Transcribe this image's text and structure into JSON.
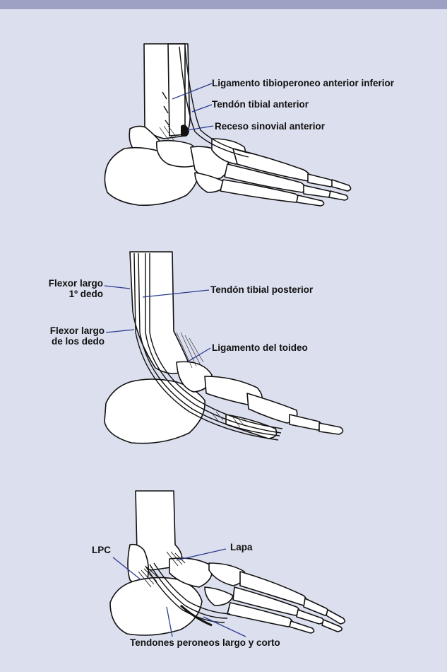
{
  "colors": {
    "background": "#dcdfee",
    "topbar": "#9da2c4",
    "leader": "#2c3a8f",
    "bone_fill": "#ffffff",
    "ink": "#111111"
  },
  "panels": [
    {
      "view": "anterolateral",
      "labels": {
        "l1": "Ligamento tibioperoneo anterior inferior",
        "l2": "Tendón tibial anterior",
        "l3": "Receso sinovial anterior"
      }
    },
    {
      "view": "medial",
      "labels": {
        "l1": "Flexor largo",
        "l1b": "1º dedo",
        "l2": "Tendón tibial posterior",
        "l3": "Flexor largo",
        "l3b": "de los dedo",
        "l4": "Ligamento del toideo"
      }
    },
    {
      "view": "lateral",
      "labels": {
        "l1": "LPC",
        "l2": "Lapa",
        "l3": "Tendones peroneos largo y corto"
      }
    }
  ]
}
